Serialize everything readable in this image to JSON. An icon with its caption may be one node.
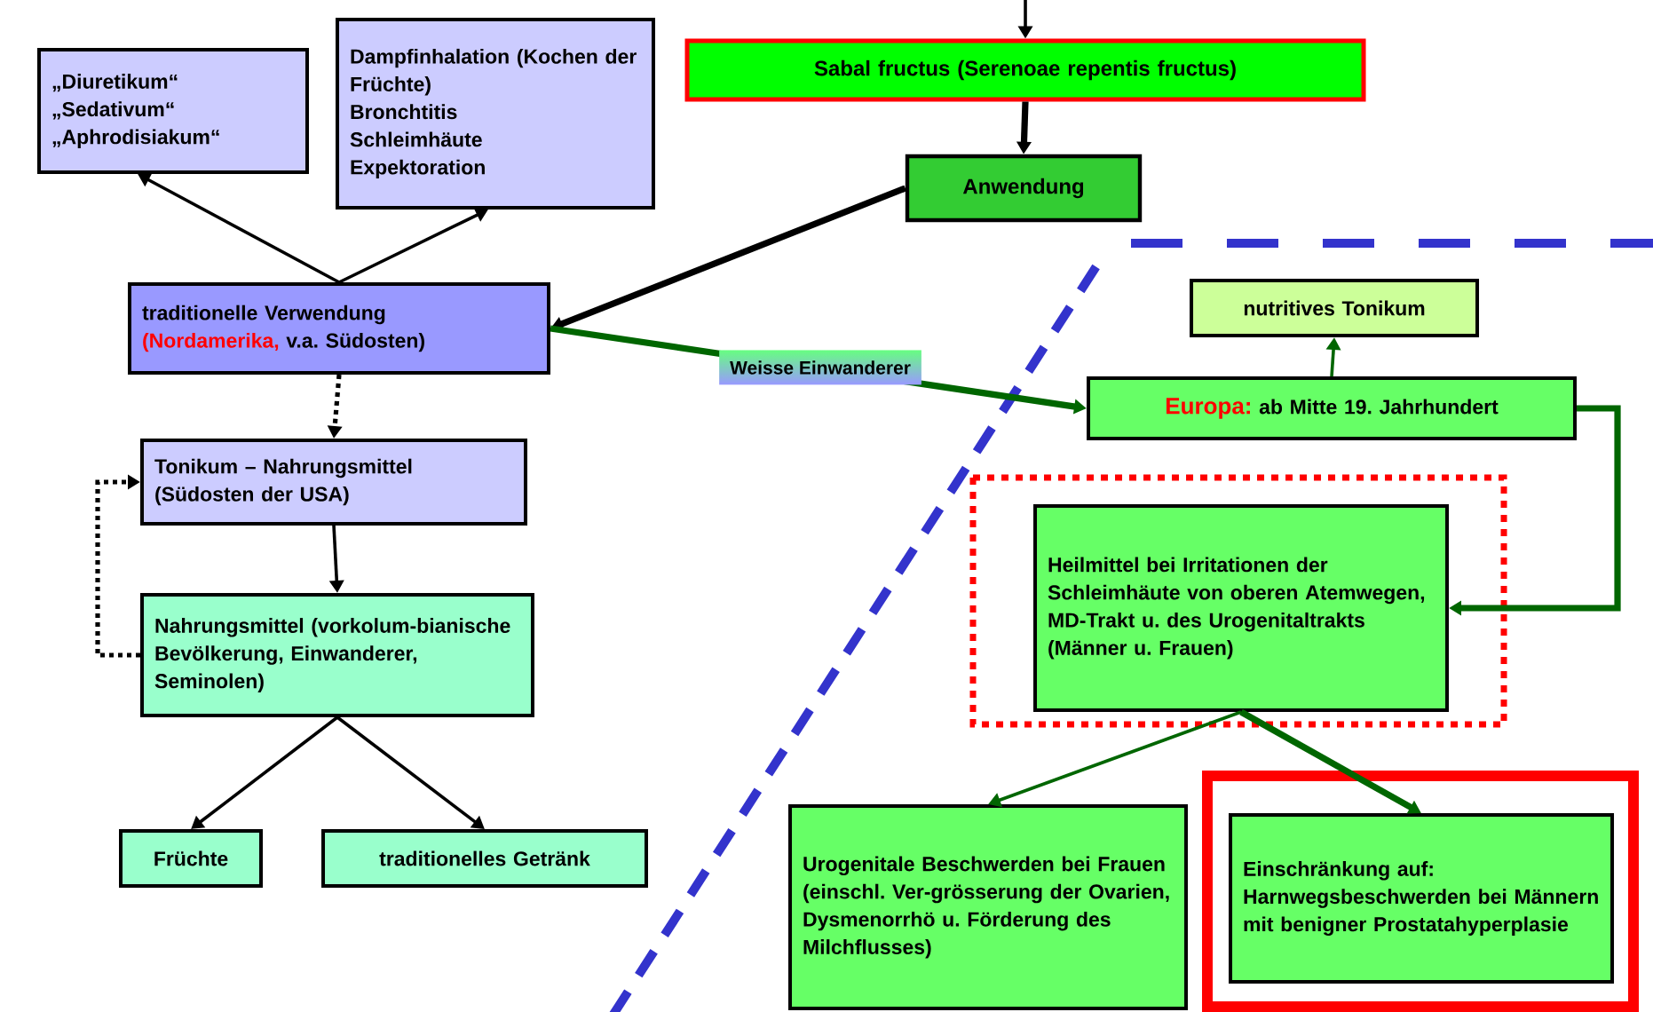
{
  "diagram": {
    "nodes": [
      {
        "text": [
          "Sabal fructus (Serenoae repentis fructus)"
        ]
      },
      {
        "text": [
          "Anwendung"
        ]
      },
      {
        "text": [
          "„Diuretikum“",
          "„Sedativum“",
          "„Aphrodisiakum“"
        ]
      },
      {
        "text": [
          "Dampfinhalation (Kochen der Früchte)",
          "Bronchtitis",
          "Schleimhäute",
          "Expektoration"
        ]
      },
      {
        "text": [
          "traditionelle Verwendung",
          "(Nordamerika,",
          "v.a. Südosten)"
        ]
      },
      {
        "text": [
          "Tonikum – Nahrungsmittel (Südosten der USA)"
        ]
      },
      {
        "text": [
          "Nahrungsmittel (vorkolum-bianische Bevölkerung, Einwanderer, Seminolen)"
        ]
      },
      {
        "text": [
          "Früchte"
        ]
      },
      {
        "text": [
          "traditionelles Getränk"
        ]
      },
      {
        "text": [
          "Europa:",
          "ab Mitte 19. Jahrhundert"
        ]
      },
      {
        "text": [
          "nutritives Tonikum"
        ]
      },
      {
        "text": [
          "Heilmittel bei Irritationen der Schleimhäute von oberen Atemwegen, MD-Trakt u. des Urogenitaltrakts (Männer u. Frauen)"
        ]
      },
      {
        "text": [
          "Urogenitale Beschwerden bei Frauen (einschl. Ver-grösserung der Ovarien, Dysmenorrhö u. Förderung des Milchflusses)"
        ]
      },
      {
        "text": [
          "Einschränkung auf: Harnwegsbeschwerden bei Männern mit benigner Prostatahyperplasie"
        ]
      }
    ],
    "edges": [
      {
        "from": null,
        "to": 0,
        "arrow": "to"
      },
      {
        "from": 0,
        "to": 1,
        "arrow": "to",
        "style": "thick"
      },
      {
        "from": 1,
        "to": 4,
        "arrow": "to",
        "style": "thick"
      },
      {
        "from": 4,
        "to": 2,
        "arrow": "to"
      },
      {
        "from": 4,
        "to": 3,
        "arrow": "to"
      },
      {
        "from": 4,
        "to": 5,
        "arrow": "to",
        "style": "dashed"
      },
      {
        "from": 5,
        "to": 6,
        "arrow": "to"
      },
      {
        "from": 6,
        "to": 5,
        "arrow": "to",
        "style": "dashed"
      },
      {
        "from": 6,
        "to": 7,
        "arrow": "to"
      },
      {
        "from": 6,
        "to": 8,
        "arrow": "to"
      },
      {
        "from": 4,
        "to": 9,
        "arrow": "to",
        "label": "Weisse Einwanderer",
        "style": "thick",
        "color": "#006600"
      },
      {
        "from": 9,
        "to": 10,
        "arrow": "to",
        "color": "#006600"
      },
      {
        "from": 9,
        "to": 11,
        "arrow": "to",
        "style": "thick",
        "color": "#006600"
      },
      {
        "from": 11,
        "to": 12,
        "arrow": "to",
        "color": "#006600"
      },
      {
        "from": 11,
        "to": 13,
        "arrow": "to",
        "style": "thick",
        "color": "#006600"
      }
    ]
  }
}
